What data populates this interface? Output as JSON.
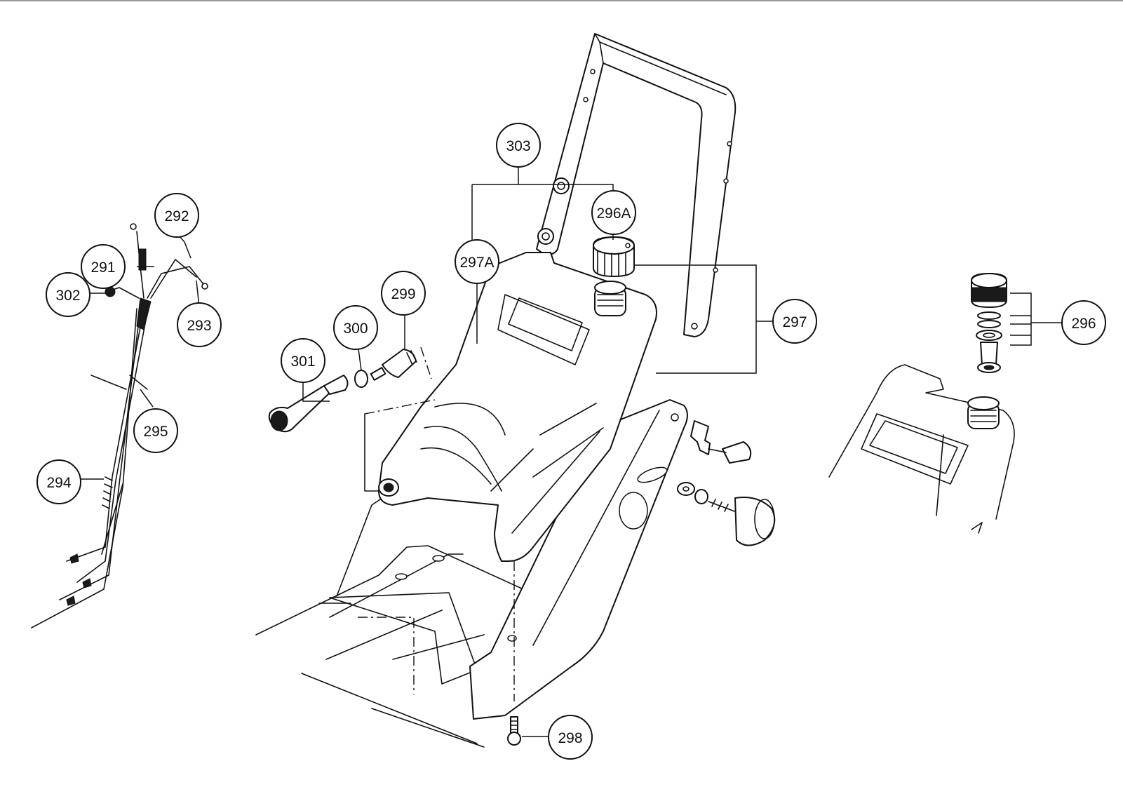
{
  "diagram": {
    "callouts": [
      {
        "id": "291",
        "label": "291"
      },
      {
        "id": "292",
        "label": "292"
      },
      {
        "id": "293",
        "label": "293"
      },
      {
        "id": "294",
        "label": "294"
      },
      {
        "id": "295",
        "label": "295"
      },
      {
        "id": "296",
        "label": "296"
      },
      {
        "id": "296A",
        "label": "296A"
      },
      {
        "id": "297",
        "label": "297"
      },
      {
        "id": "297A",
        "label": "297A"
      },
      {
        "id": "298",
        "label": "298"
      },
      {
        "id": "299",
        "label": "299"
      },
      {
        "id": "300",
        "label": "300"
      },
      {
        "id": "301",
        "label": "301"
      },
      {
        "id": "302",
        "label": "302"
      },
      {
        "id": "303",
        "label": "303"
      }
    ],
    "colors": {
      "ink": "#111111",
      "paper": "#ffffff"
    }
  }
}
